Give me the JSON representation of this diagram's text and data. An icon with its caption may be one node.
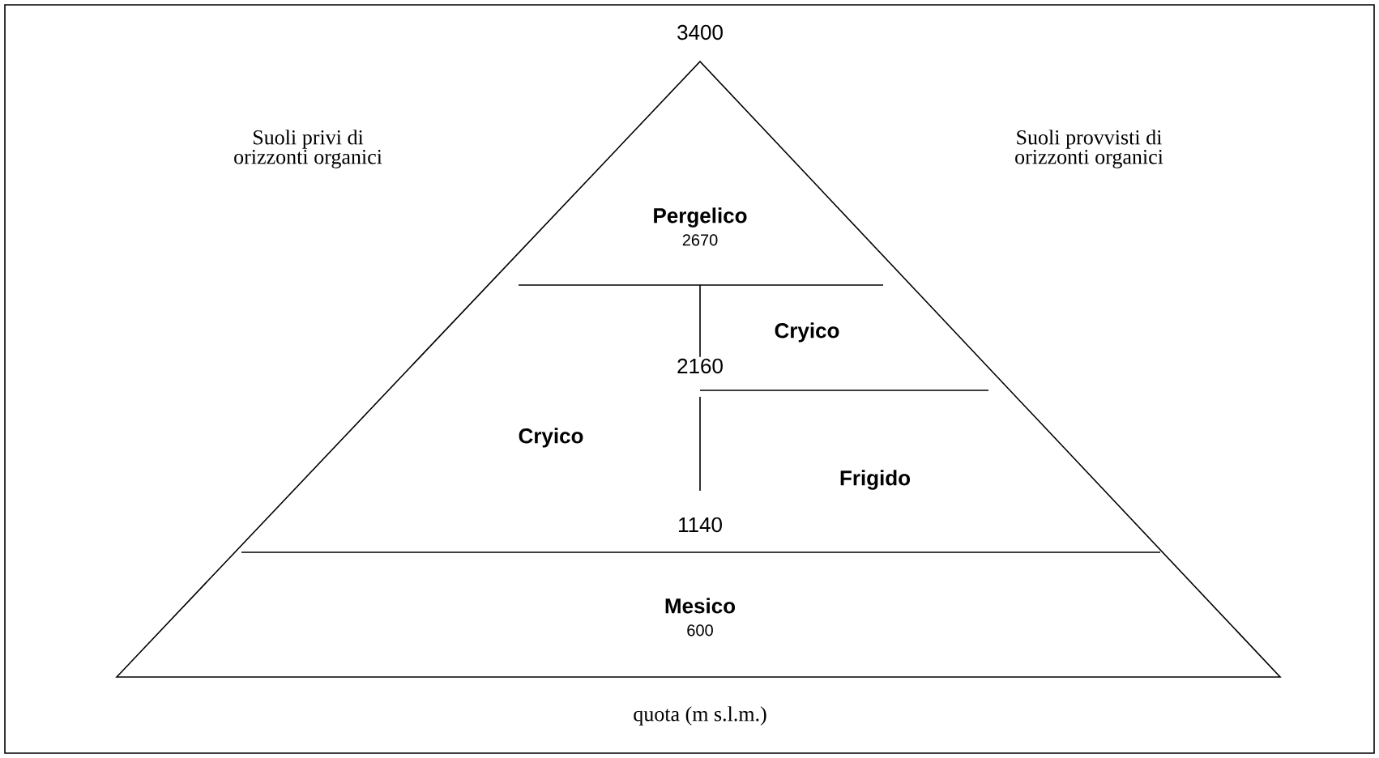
{
  "diagram": {
    "nodes": [
      {
        "text": [
          "Pergelico",
          "2670"
        ]
      },
      {
        "text": [
          "Cryico"
        ]
      },
      {
        "text": [
          "Cryico"
        ]
      },
      {
        "text": [
          "Frigido"
        ]
      },
      {
        "text": [
          "Mesico",
          "600"
        ]
      }
    ],
    "edges": [],
    "labels": [
      "3400",
      "Suoli privi di orizzonti organici",
      "Suoli provvisti di orizzonti organici",
      "2160",
      "1140",
      "quota (m s.l.m.)"
    ]
  }
}
